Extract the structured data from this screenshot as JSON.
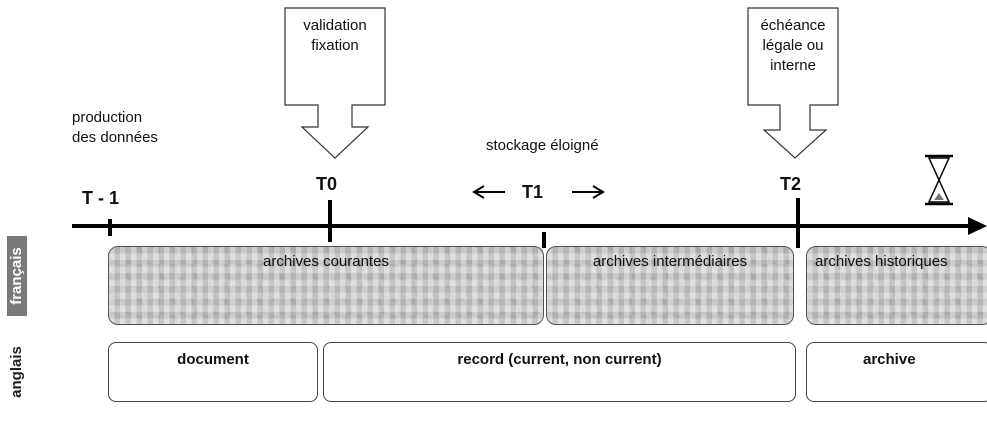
{
  "labels": {
    "production": "production\ndes données",
    "stockage": "stockage éloigné",
    "validation": "validation\nfixation",
    "echeance": "échéance\nlégale ou\ninterne"
  },
  "times": {
    "tminus1": "T - 1",
    "t0": "T0",
    "t1": "T1",
    "t2": "T2"
  },
  "francais": {
    "tag": "français",
    "courantes": "archives courantes",
    "intermediaires": "archives intermédiaires",
    "historiques": "archives historiques"
  },
  "anglais": {
    "tag": "anglais",
    "document": "document",
    "record": "record (current, non current)",
    "archive": "archive"
  },
  "colors": {
    "timeline": "#000000",
    "texture": "#c9c9c9",
    "tag_bg": "#7a7a7a",
    "tag_fg": "#ffffff"
  }
}
